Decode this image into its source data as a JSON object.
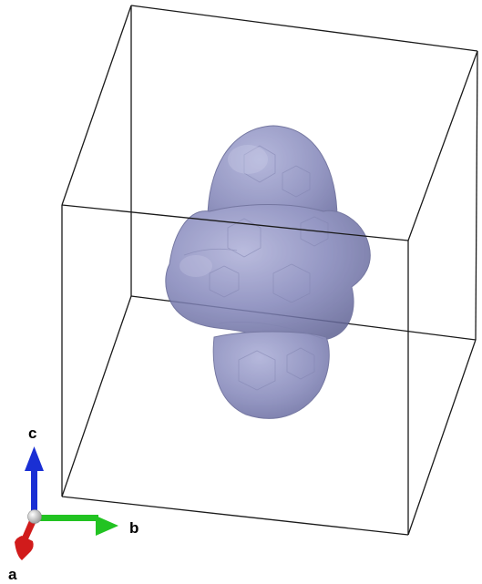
{
  "scene": {
    "cell_edge_color": "#1a1a1a",
    "background_color": "#ffffff",
    "isosurface": {
      "color": "#7c7fb0",
      "highlight_color": "#a6a9d2",
      "shadow_color": "#5d6091",
      "opacity": 0.82
    }
  },
  "axes": {
    "a": {
      "label": "a",
      "color": "#d11b1b",
      "icon": "arrow-down-left"
    },
    "b": {
      "label": "b",
      "color": "#22c322",
      "icon": "arrow-right"
    },
    "c": {
      "label": "c",
      "color": "#1a2fd4",
      "icon": "arrow-up"
    },
    "origin_color": "#c9c9c9"
  }
}
